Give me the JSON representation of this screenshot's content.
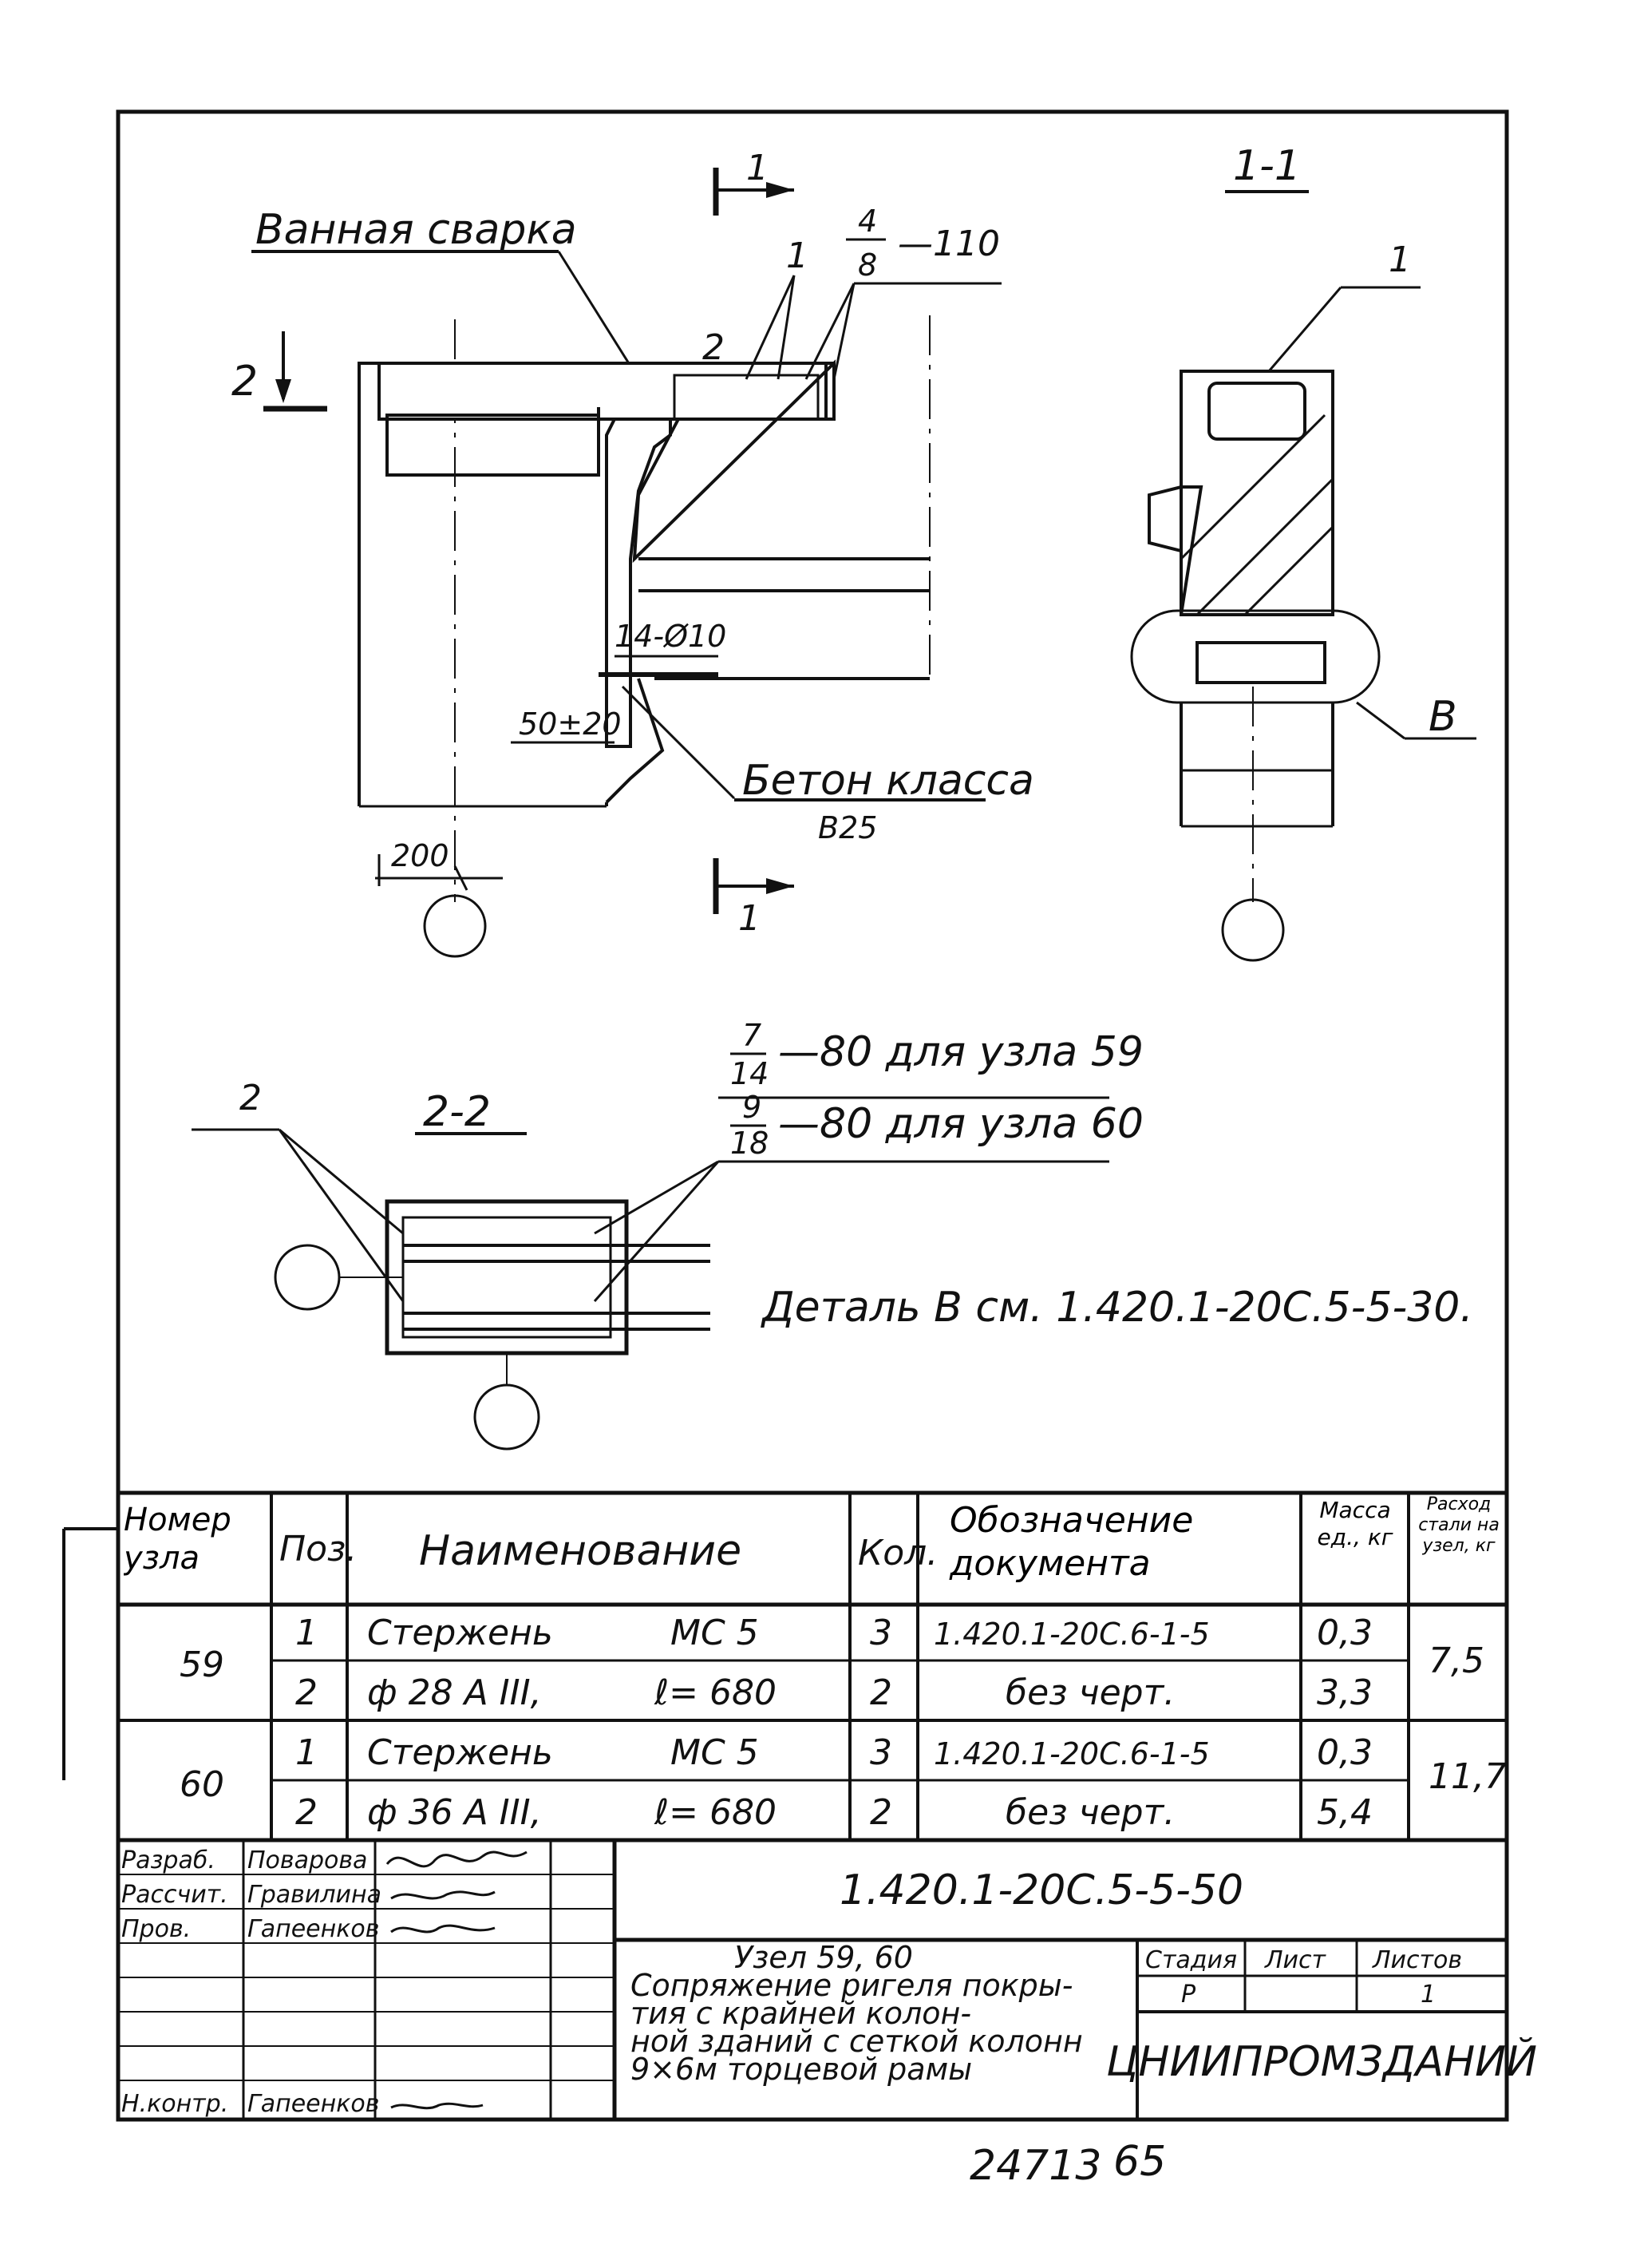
{
  "drawing": {
    "label_weld": "Ванная сварка",
    "section_mark_num": "1",
    "section_mark_num_bottom": "1",
    "section_1_1": "1-1",
    "section_2_mark": "2",
    "section_2_2": "2-2",
    "pos_1": "1",
    "pos_1_right": "1",
    "pos_2": "2",
    "pos_2_left": "2",
    "weld_frac_top": "4",
    "weld_frac_bottom": "8",
    "weld_len": "—110",
    "rebar_note": "14-Ø10",
    "dim_50_20": "50±20",
    "dim_200": "200",
    "concrete_label": "Бетон класса",
    "concrete_class": "В25",
    "detail_b": "В",
    "weld59_top": "7",
    "weld59_bottom": "14",
    "weld59_text": "—80 для узла 59",
    "weld60_top": "9",
    "weld60_bottom": "18",
    "weld60_text": "—80 для узла 60",
    "detail_ref": "Деталь В см. 1.420.1-20С.5-5-30."
  },
  "spec_table": {
    "headers": {
      "node": "Номер узла",
      "pos": "Поз.",
      "name": "Наименование",
      "qty": "Кол.",
      "doc": "Обозначение документа",
      "mass": "Масса ед., кг",
      "steel": "Расход стали на узел, кг"
    },
    "groups": [
      {
        "node": "59",
        "steel": "7,5",
        "rows": [
          {
            "pos": "1",
            "name": "Стержень",
            "mark": "МС 5",
            "qty": "3",
            "doc": "1.420.1-20С.6-1-5",
            "mass": "0,3"
          },
          {
            "pos": "2",
            "name": "ф 28 А III,",
            "mark": "ℓ= 680",
            "qty": "2",
            "doc": "без черт.",
            "mass": "3,3"
          }
        ]
      },
      {
        "node": "60",
        "steel": "11,7",
        "rows": [
          {
            "pos": "1",
            "name": "Стержень",
            "mark": "МС 5",
            "qty": "3",
            "doc": "1.420.1-20С.6-1-5",
            "mass": "0,3"
          },
          {
            "pos": "2",
            "name": "ф 36 А III,",
            "mark": "ℓ= 680",
            "qty": "2",
            "doc": "без черт.",
            "mass": "5,4"
          }
        ]
      }
    ]
  },
  "title_block": {
    "roles": [
      "Разраб.",
      "Рассчит.",
      "Пров.",
      "",
      "",
      "",
      "",
      "Н.контр."
    ],
    "names": [
      "Поварова",
      "Гравилина",
      "Гапеенков",
      "",
      "",
      "",
      "",
      "Гапеенков"
    ],
    "doc_code": "1.420.1-20С.5-5-50",
    "title_lines": [
      "Узел 59, 60",
      "Сопряжение ригеля покры-",
      "тия с крайней колон-",
      "ной зданий с сеткой колонн",
      "9×6м торцевой рамы"
    ],
    "stage_label": "Стадия",
    "sheet_label": "Лист",
    "sheets_label": "Листов",
    "stage": "Р",
    "sheets": "1",
    "org": "ЦНИИПРОМЗДАНИЙ"
  },
  "footer": {
    "number": "24713",
    "page": "65"
  }
}
